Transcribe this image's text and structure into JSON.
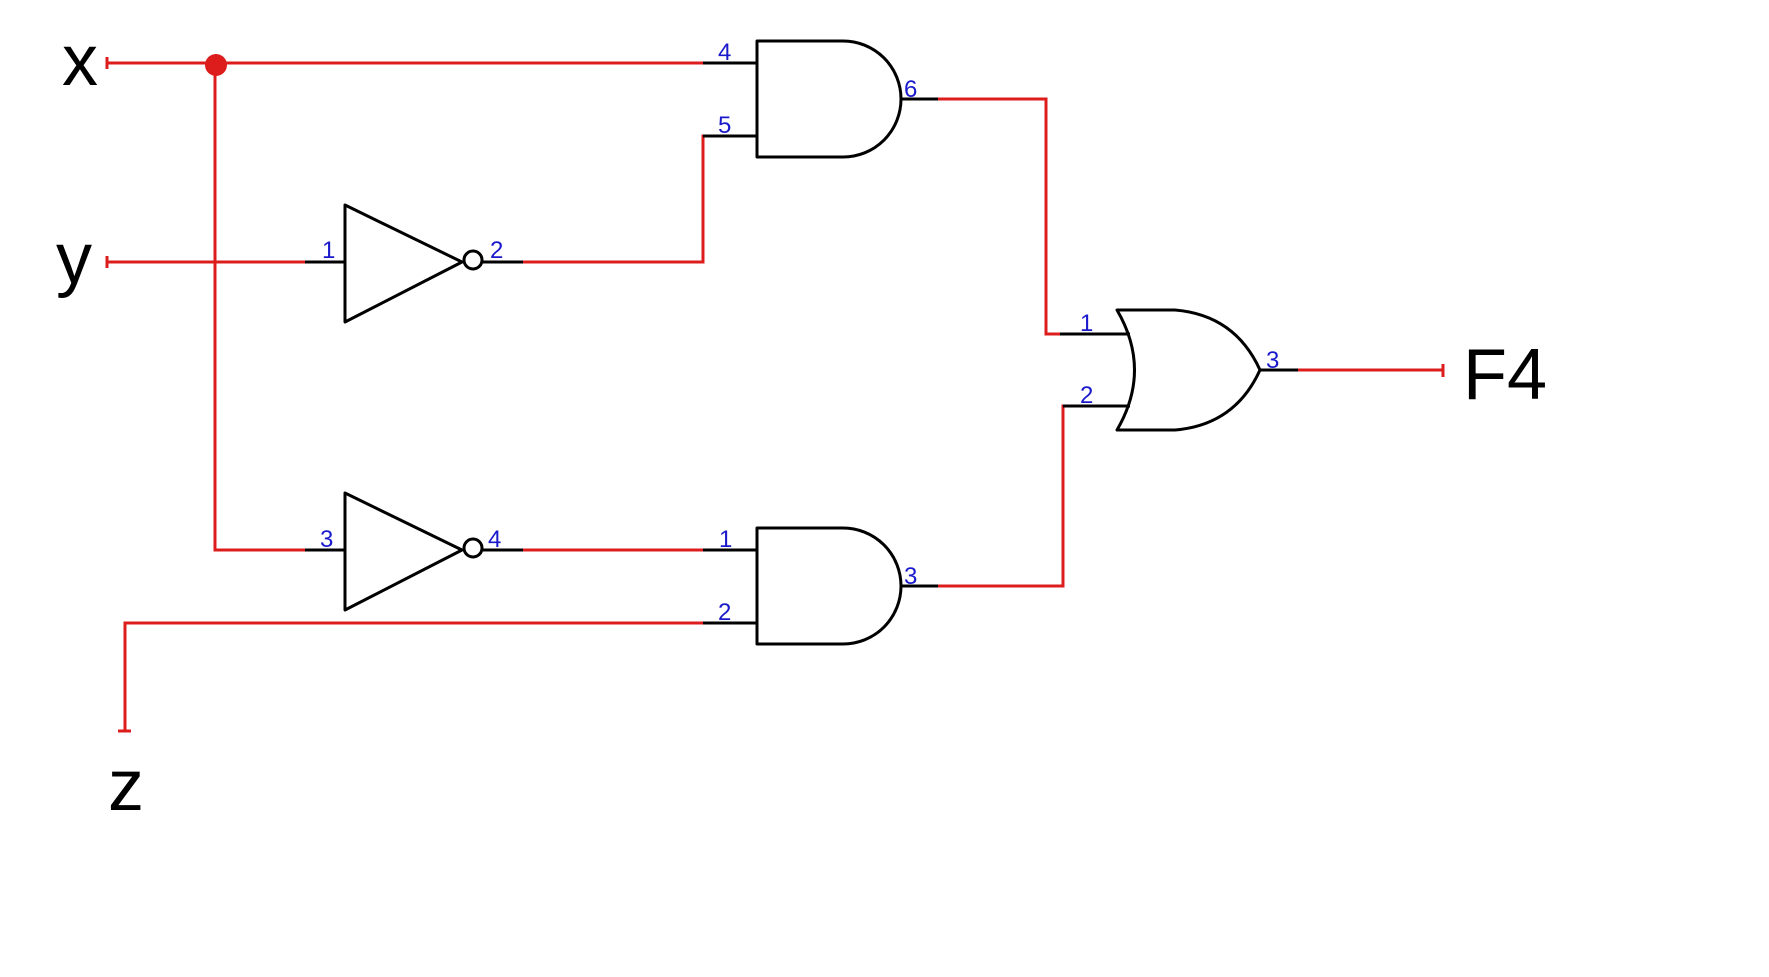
{
  "signals": {
    "x": "x",
    "y": "y",
    "z": "z",
    "out": "F4"
  },
  "pins": {
    "not_top_in": "1",
    "not_top_out": "2",
    "not_bot_in": "3",
    "not_bot_out": "4",
    "and_top_in_a": "4",
    "and_top_in_b": "5",
    "and_top_out": "6",
    "and_bot_in_a": "1",
    "and_bot_in_b": "2",
    "and_bot_out": "3",
    "or_in_a": "1",
    "or_in_b": "2",
    "or_out": "3"
  },
  "colors": {
    "wire": "#dd1c1c",
    "gate": "#000000",
    "pin_label": "#1a1acc"
  }
}
